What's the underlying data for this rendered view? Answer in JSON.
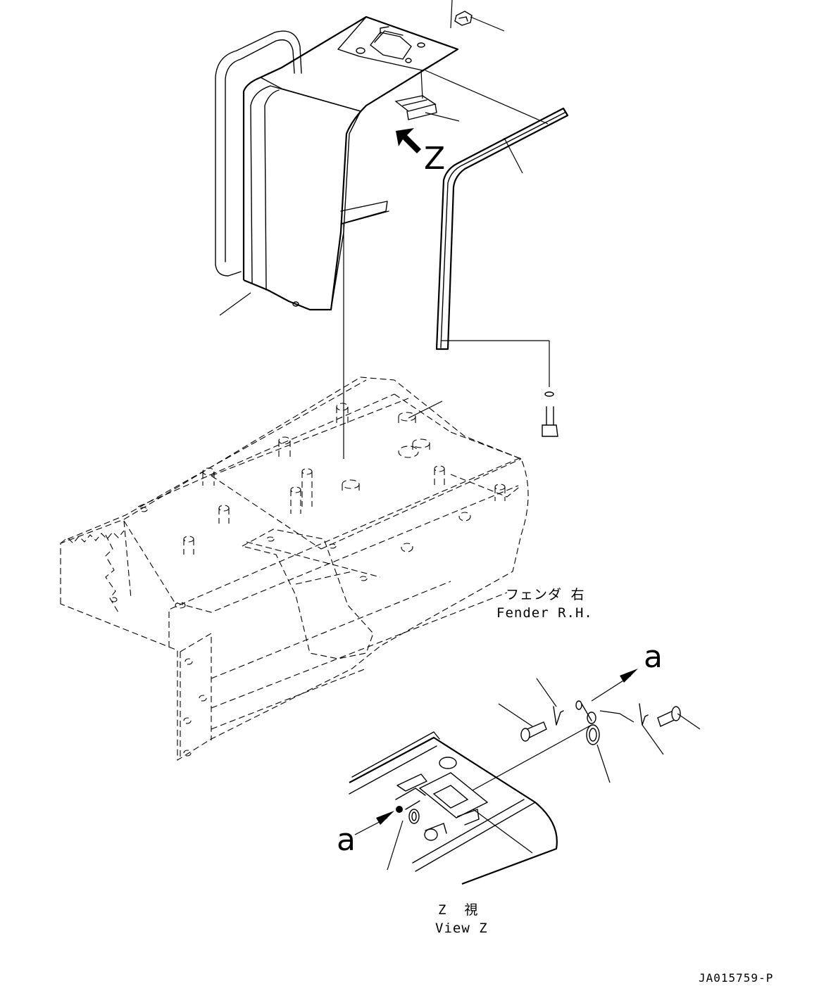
{
  "labels": {
    "fender_jp": "フェンダ 右",
    "fender_en": "Fender R.H.",
    "view_jp": "Z  視",
    "view_en": "View Z",
    "view_letter": "Z",
    "arrow_a_upper": "a",
    "arrow_a_lower": "a",
    "drawing_code": "JA015759-P"
  }
}
